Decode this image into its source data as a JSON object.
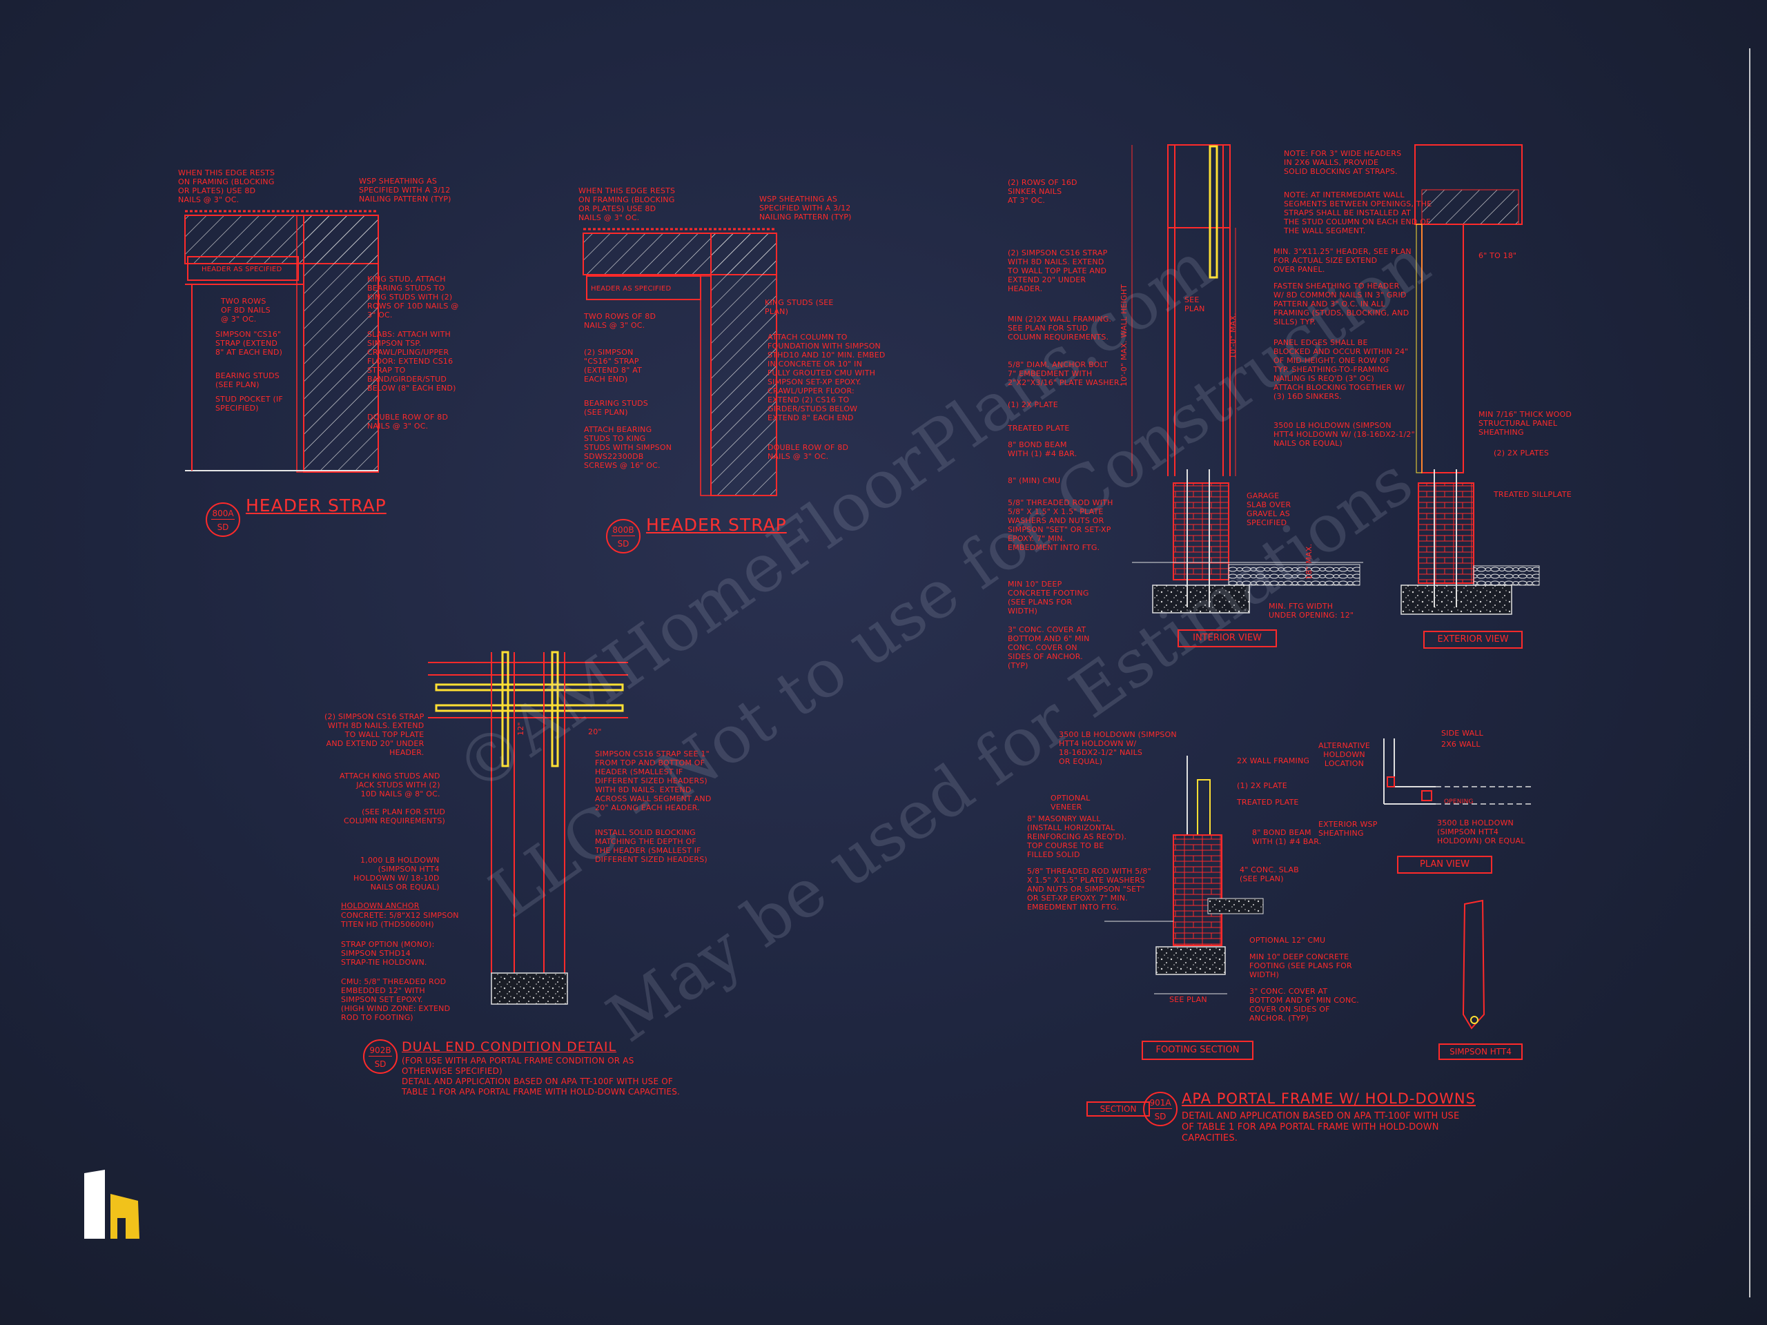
{
  "watermark": {
    "line1": "©AMHomeFloorPlans.com",
    "line2": "LLC - Not to use for Construction",
    "line3": "May be used for Estimations"
  },
  "details": {
    "d800a": {
      "number": "800A",
      "sheet": "SD",
      "title": "HEADER STRAP",
      "notes": [
        "WHEN THIS EDGE RESTS\nON FRAMING (BLOCKING\nOR PLATES) USE 8d\nNAILS @ 3\" OC.",
        "WSP SHEATHING AS\nSPECIFIED WITH A 3/12\nNAILING PATTERN (TYP)",
        "KING STUD, ATTACH\nBEARING STUDS TO\nKING STUDS WITH (2)\nROWS OF 10d NAILS @\n3\" OC.",
        "SLABS: ATTACH WITH\nSIMPSON TSP.\nCRAWL/PLING/UPPER\nFLOOR: EXTEND CS16\nSTRAP TO\nBAND/GIRDER/STUD\nBELOW (8\" EACH END)",
        "TWO ROWS\nOF 8d NAILS\n@ 3\" OC.",
        "SIMPSON \"CS16\"\nSTRAP (EXTEND\n8\" AT EACH END)",
        "BEARING STUDS\n(SEE PLAN)",
        "STUD POCKET (IF\nSPECIFIED)",
        "DOUBLE ROW OF 8d\nNAILS @ 3\" OC."
      ],
      "header_label": "HEADER AS SPECIFIED"
    },
    "d800b": {
      "number": "800B",
      "sheet": "SD",
      "title": "HEADER STRAP",
      "notes": [
        "WHEN THIS EDGE RESTS\nON FRAMING (BLOCKING\nOR PLATES) USE 8d\nNAILS @ 3\" OC.",
        "WSP SHEATHING AS\nSPECIFIED WITH A 3/12\nNAILING PATTERN (TYP)",
        "KING STUDS (SEE\nPLAN)",
        "TWO ROWS OF 8d\nNAILS @ 3\" OC.",
        "(2) SIMPSON\n\"CS16\" STRAP\n(EXTEND 8\" AT\nEACH END)",
        "ATTACH COLUMN TO\nFOUNDATION WITH SIMPSON\nSTHD10 AND 10\" MIN. EMBED\nIN CONCRETE OR 10\" IN\nFULLY GROUTED CMU WITH\nSIMPSON SET-XP EPOXY.\nCRAWL/UPPER FLOOR:\nEXTEND (2) CS16 TO\nGIRDER/STUDS BELOW\nEXTEND 8\" EACH END",
        "BEARING STUDS\n(SEE PLAN)",
        "ATTACH BEARING\nSTUDS TO KING\nSTUDS WITH SIMPSON\nSDWS22300DB\nSCREWS @ 16\" OC.",
        "DOUBLE ROW OF 8d\nNAILS @ 3\" OC."
      ],
      "header_label": "HEADER AS SPECIFIED"
    },
    "interior": {
      "title": "INTERIOR VIEW",
      "notes_left": [
        "(2) ROWS OF 16d\nSINKER NAILS\nAT 3\" OC.",
        "(2) SIMPSON CS16 STRAP\nWITH 8d NAILS. EXTEND\nTO WALL TOP PLATE AND\nEXTEND 20\" UNDER\nHEADER.",
        "MIN (2)2X WALL FRAMING.\nSEE PLAN FOR STUD\nCOLUMN REQUIREMENTS.",
        "5/8\" DIAM. ANCHOR BOLT\n7\" EMBEDMENT WITH\n2\"X2\"X3/16\" PLATE WASHER.",
        "(1) 2x PLATE",
        "TREATED PLATE",
        "8\" BOND BEAM\nWITH (1) #4 BAR.",
        "8\" (MIN) CMU",
        "5/8\" THREADED ROD WITH\n5/8\" x 1.5\" x 1.5\" PLATE\nWASHERS AND NUTS OR\nSIMPSON \"SET\" OR SET-XP\nEPOXY. 7\" MIN.\nEMBEDMENT INTO FTG.",
        "MIN 10\" DEEP\nCONCRETE FOOTING\n(SEE PLANS FOR\nWIDTH)",
        "3\" CONC. COVER AT\nBOTTOM AND 6\" MIN\nCONC. COVER ON\nSIDES OF ANCHOR.\n(TYP)"
      ],
      "notes_right": [
        "NOTE: FOR 3\" WIDE HEADERS\nIN 2x6 WALLS, PROVIDE\nSOLID BLOCKING AT STRAPS.",
        "NOTE: AT INTERMEDIATE WALL\nSEGMENTS BETWEEN OPENINGS, THE\nSTRAPS SHALL BE INSTALLED AT\nTHE STUD COLUMN ON EACH END OF\nTHE WALL SEGMENT.",
        "MIN. 3\"x11.25\" HEADER, SEE PLAN\nFOR ACTUAL SIZE EXTEND\nOVER PANEL.",
        "FASTEN SHEATHING TO HEADER\nW/ 8d COMMON NAILS IN 3\" GRID\nPATTERN AND 3\" O.C. IN ALL\nFRAMING (STUDS, BLOCKING, AND\nSILLS) TYP.",
        "PANEL EDGES SHALL BE\nBLOCKED AND OCCUR WITHIN 24\"\nOF MID-HEIGHT. ONE ROW OF\nTYP. SHEATHING-TO-FRAMING\nNAILING IS REQ'D (3\" OC)\nATTACH BLOCKING TOGETHER W/\n(3) 16d SINKERS.",
        "3500 LB HOLDOWN (SIMPSON\nHTT4 HOLDOWN W/ (18-16dx2-1/2\"\nNAILS OR EQUAL)",
        "GARAGE\nSLAB OVER\nGRAVEL AS\nSPECIFIED",
        "MIN. FTG WIDTH\nUNDER OPENING: 12\""
      ],
      "dims": [
        "10'-0\" MAX. WALL HEIGHT",
        "10'-0\" MAX.",
        "18\" MAX."
      ],
      "see_plan": "SEE\nPLAN"
    },
    "exterior": {
      "title": "EXTERIOR VIEW",
      "notes": [
        "6\" TO 18\"",
        "MIN 7/16\" THICK WOOD\nSTRUCTURAL PANEL\nSHEATHING",
        "(2) 2x PLATES",
        "TREATED SILLPLATE"
      ]
    },
    "d902b": {
      "number": "902B",
      "sheet": "SD",
      "title": "DUAL END CONDITION DETAIL",
      "subtitle": "(FOR USE WITH APA PORTAL FRAME CONDITION OR AS\nOTHERWISE SPECIFIED)\nDETAIL AND APPLICATION BASED ON APA TT-100F WITH USE OF\nTABLE 1 FOR APA PORTAL FRAME WITH HOLD-DOWN CAPACITIES.",
      "notes": [
        "(2) SIMPSON CS16 STRAP\nWITH 8d NAILS. EXTEND\nTO WALL TOP PLATE\nAND EXTEND 20\" UNDER\nHEADER.",
        "ATTACH KING STUDS AND\nJACK STUDS WITH (2)\n10d NAILS @ 8\" OC.",
        "(SEE PLAN FOR STUD\nCOLUMN REQUIREMENTS)",
        "1,000 LB HOLDOWN\n(SIMPSON HTT4\nHOLDOWN W/ 18-10d\nNAILS OR EQUAL)",
        "HOLDOWN ANCHOR",
        "CONCRETE: 5/8\"x12 SIMPSON\nTITEN HD (THD50600H)",
        "STRAP OPTION (MONO):\nSIMPSON STHD14\nSTRAP-TIE HOLDOWN.",
        "CMU: 5/8\" THREADED ROD\nEMBEDDED 12\" WITH\nSIMPSON SET EPOXY.\n(HIGH WIND ZONE: EXTEND\nROD TO FOOTING)",
        "SIMPSON CS16 STRAP SEE 1\"\nFROM TOP AND BOTTOM OF\nHEADER (SMALLEST IF\nDIFFERENT SIZED HEADERS)\nWITH 8d NAILS. EXTEND\nACROSS WALL SEGMENT AND\n20\" ALONG EACH HEADER.",
        "INSTALL SOLID BLOCKING\nMATCHING THE DEPTH OF\nTHE HEADER (SMALLEST IF\nDIFFERENT SIZED HEADERS)"
      ],
      "dims": [
        "20\"",
        "12\""
      ]
    },
    "footing": {
      "title": "FOOTING SECTION",
      "notes": [
        "3500 LB HOLDOWN (SIMPSON\nHTT4 HOLDOWN W/\n18-16dx2-1/2\" NAILS\nOR EQUAL)",
        "2X WALL FRAMING",
        "(1) 2x PLATE",
        "TREATED PLATE",
        "OPTIONAL\nVENEER",
        "8\" MASONRY WALL\n(INSTALL HORIZONTAL\nREINFORCING AS REQ'D).\nTOP COURSE TO BE\nFILLED SOLID",
        "8\" BOND BEAM\nWITH (1) #4 BAR.",
        "5/8\" THREADED ROD WITH 5/8\"\nx 1.5\" x 1.5\" PLATE WASHERS\nAND NUTS OR SIMPSON \"SET\"\nOR SET-XP EPOXY. 7\" MIN.\nEMBEDMENT INTO FTG.",
        "4\" CONC. SLAB\n(SEE PLAN)",
        "OPTIONAL 12\" CMU",
        "MIN 10\" DEEP CONCRETE\nFOOTING (SEE PLANS FOR\nWIDTH)",
        "3\" CONC. COVER AT\nBOTTOM AND 6\" MIN CONC.\nCOVER ON SIDES OF\nANCHOR. (TYP)",
        "SEE PLAN"
      ]
    },
    "plan": {
      "title": "PLAN VIEW",
      "notes": [
        "SIDE WALL",
        "2x6 WALL",
        "ALTERNATIVE\nHOLDOWN\nLOCATION",
        "OPENING",
        "EXTERIOR WSP\nSHEATHING",
        "3500 LB HOLDOWN\n(SIMPSON HTT4\nHOLDOWN) OR EQUAL"
      ]
    },
    "simpson": {
      "title": "SIMPSON HTT4"
    },
    "d901a": {
      "section_label": "SECTION",
      "number": "901A",
      "sheet": "SD",
      "title": "APA PORTAL FRAME W/ HOLD-DOWNS",
      "subtitle": "DETAIL AND APPLICATION BASED ON APA TT-100F WITH USE\nOF TABLE 1 FOR APA PORTAL FRAME WITH HOLD-DOWN\nCAPACITIES."
    }
  }
}
